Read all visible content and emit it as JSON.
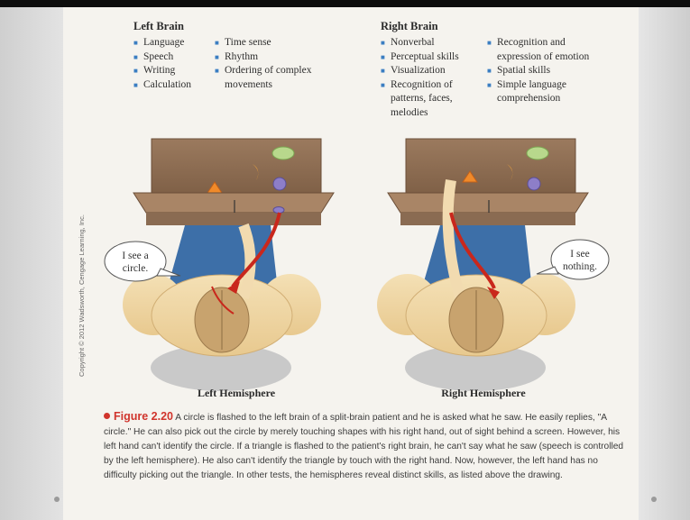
{
  "left_brain": {
    "heading": "Left Brain",
    "col1": [
      "Language",
      "Speech",
      "Writing",
      "Calculation"
    ],
    "col2": [
      "Time sense",
      "Rhythm",
      "Ordering of complex"
    ],
    "col2_cont": "movements"
  },
  "right_brain": {
    "heading": "Right Brain",
    "col1": [
      "Nonverbal",
      "Perceptual skills",
      "Visualization",
      "Recognition of"
    ],
    "col1_cont": [
      "patterns, faces,",
      "melodies"
    ],
    "col2": [
      "Recognition and"
    ],
    "col2_cont1": "expression of emotion",
    "col2_b": [
      "Spatial skills",
      "Simple language"
    ],
    "col2_cont2": "comprehension"
  },
  "bubbles": {
    "left": [
      "I see a",
      "circle."
    ],
    "right": [
      "I see",
      "nothing."
    ]
  },
  "labels": {
    "left": "Left Hemisphere",
    "right": "Right Hemisphere"
  },
  "copyright": "Copyright © 2012 Wadsworth, Cengage Learning, Inc.",
  "caption": {
    "figure": "Figure 2.20",
    "text": "A circle is flashed to the left brain of a split-brain patient and he is asked what he saw. He easily replies, \"A circle.\" He can also pick out the circle by merely touching shapes with his right hand, out of sight behind a screen. However, his left hand can't identify the circle. If a triangle is flashed to the patient's right brain, he can't say what he saw (speech is controlled by the left hemisphere). He also can't identify the triangle by touch with the right hand. Now, however, the left hand has no difficulty picking out the triangle. In other tests, the hemispheres reveal distinct skills, as listed above the drawing."
  },
  "colors": {
    "bullet": "#3b7ec2",
    "figure_label": "#d0342c",
    "screen": "#8b6a4f",
    "shirt": "#3d6fa8",
    "skin": "#f1d9a8"
  }
}
